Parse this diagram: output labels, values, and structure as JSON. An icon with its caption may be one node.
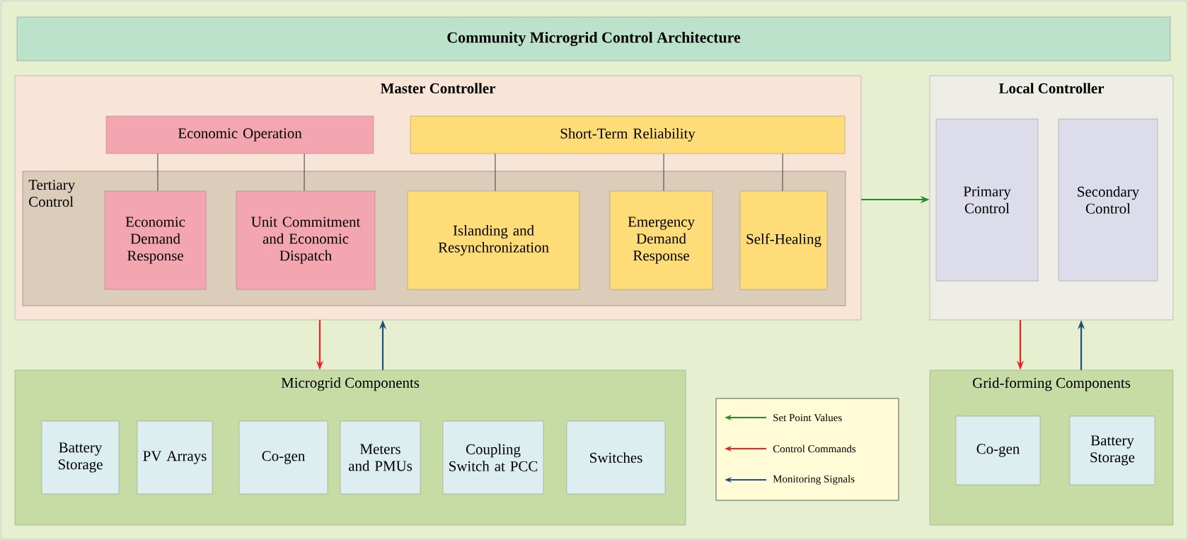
{
  "diagram": {
    "title": "Community Microgrid Control Architecture",
    "nodes": [
      {
        "text": [
          "Master Controller"
        ]
      },
      {
        "text": [
          "Economic Operation"
        ],
        "in": 0
      },
      {
        "text": [
          "Short-Term Reliability"
        ],
        "in": 0
      },
      {
        "text": [
          "Tertiary Control"
        ],
        "in": 0
      },
      {
        "text": [
          "Economic Demand Response"
        ],
        "in": 3
      },
      {
        "text": [
          "Unit Commitment and Economic Dispatch"
        ],
        "in": 3
      },
      {
        "text": [
          "Islanding and Resynchronization"
        ],
        "in": 3
      },
      {
        "text": [
          "Emergency Demand Response"
        ],
        "in": 3
      },
      {
        "text": [
          "Self-Healing"
        ],
        "in": 3
      },
      {
        "text": [
          "Local Controller"
        ]
      },
      {
        "text": [
          "Primary Control"
        ],
        "in": 9
      },
      {
        "text": [
          "Secondary Control"
        ],
        "in": 9
      },
      {
        "text": [
          "Microgrid Components"
        ]
      },
      {
        "text": [
          "Battery Storage"
        ],
        "in": 12
      },
      {
        "text": [
          "PV Arrays"
        ],
        "in": 12
      },
      {
        "text": [
          "Co-gen"
        ],
        "in": 12
      },
      {
        "text": [
          "Meters and PMUs"
        ],
        "in": 12
      },
      {
        "text": [
          "Coupling Switch at PCC"
        ],
        "in": 12
      },
      {
        "text": [
          "Switches"
        ],
        "in": 12
      },
      {
        "text": [
          "Grid-forming Components"
        ]
      },
      {
        "text": [
          "Co-gen"
        ],
        "in": 19
      },
      {
        "text": [
          "Battery Storage"
        ],
        "in": 19
      }
    ],
    "edges": [
      {
        "from": 1,
        "to": 4,
        "arrow": "none"
      },
      {
        "from": 1,
        "to": 5,
        "arrow": "none"
      },
      {
        "from": 2,
        "to": 6,
        "arrow": "none"
      },
      {
        "from": 2,
        "to": 7,
        "arrow": "none"
      },
      {
        "from": 2,
        "to": 8,
        "arrow": "none"
      },
      {
        "from": 0,
        "to": 9,
        "arrow": "to",
        "color": "#2a8a2a"
      },
      {
        "from": 0,
        "to": 12,
        "arrow": "to",
        "color": "#ee2222"
      },
      {
        "from": 12,
        "to": 0,
        "arrow": "to",
        "color": "#1f4e79"
      },
      {
        "from": 9,
        "to": 19,
        "arrow": "to",
        "color": "#ee2222"
      },
      {
        "from": 19,
        "to": 9,
        "arrow": "to",
        "color": "#1f4e79"
      }
    ],
    "legend": [
      {
        "text": "Set Point Values"
      },
      {
        "text": "Control Commands"
      },
      {
        "text": "Monitoring Signals"
      }
    ]
  }
}
